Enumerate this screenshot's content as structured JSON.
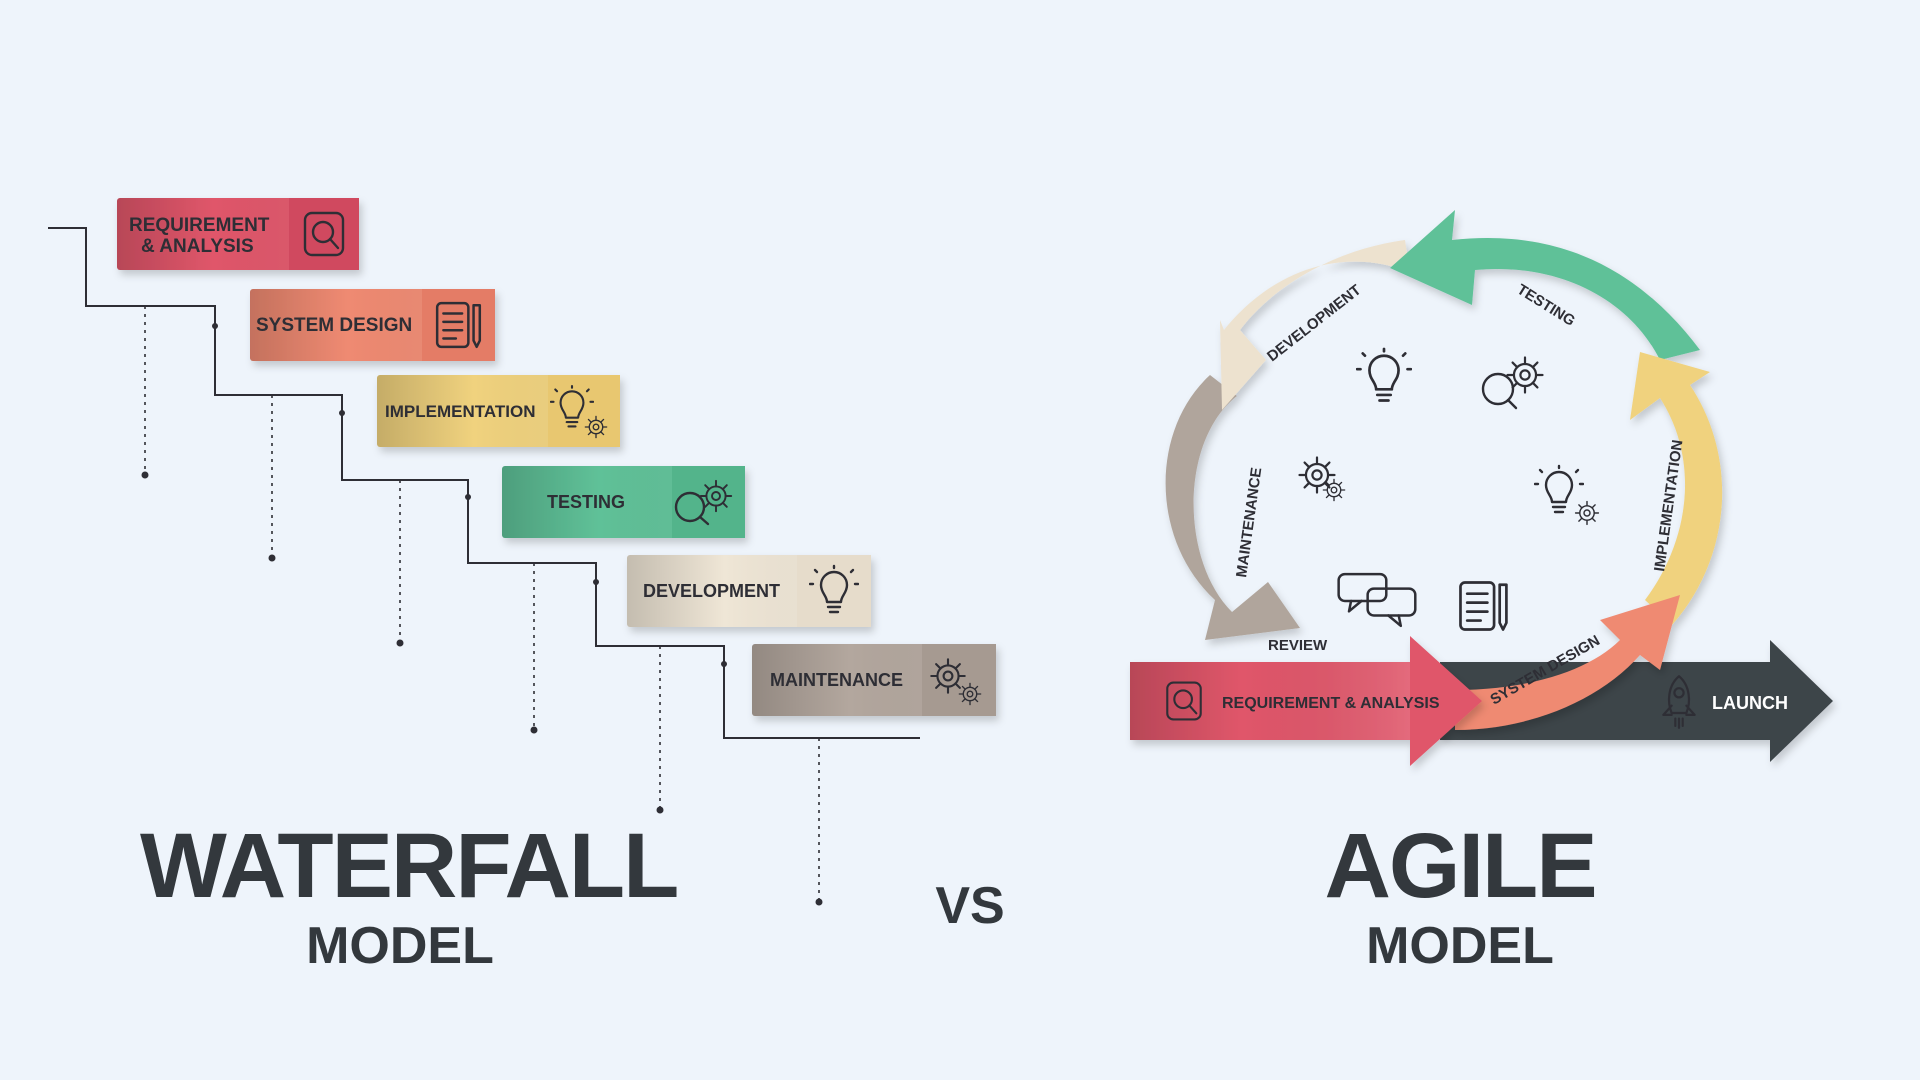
{
  "waterfall": {
    "title": "WATERFALL",
    "subtitle": "MODEL",
    "steps": [
      {
        "line1": "REQUIREMENT",
        "line2": "& ANALYSIS",
        "color": "#e0566a",
        "icon": "search-icon"
      },
      {
        "line1": "SYSTEM DESIGN",
        "line2": "",
        "color": "#ef8a72",
        "icon": "document-pencil-icon"
      },
      {
        "line1": "IMPLEMENTATION",
        "line2": "",
        "color": "#f0d27e",
        "icon": "lightbulb-gear-icon"
      },
      {
        "line1": "TESTING",
        "line2": "",
        "color": "#5fc198",
        "icon": "search-gears-icon"
      },
      {
        "line1": "DEVELOPMENT",
        "line2": "",
        "color": "#efe6d6",
        "icon": "lightbulb-icon"
      },
      {
        "line1": "MAINTENANCE",
        "line2": "",
        "color": "#b3a79e",
        "icon": "gears-icon"
      }
    ]
  },
  "vs_label": "VS",
  "agile": {
    "title": "AGILE",
    "subtitle": "MODEL",
    "phases": {
      "requirement": "REQUIREMENT & ANALYSIS",
      "system_design": "SYSTEM DESIGN",
      "implementation": "IMPLEMENTATION",
      "testing": "TESTING",
      "development": "DEVELOPMENT",
      "maintenance": "MAINTENANCE",
      "review": "REVIEW",
      "launch": "LAUNCH"
    },
    "colors": {
      "requirement": "#e0566a",
      "system_design": "#ef8a72",
      "implementation": "#f0d27e",
      "testing": "#5fc198",
      "development": "#ede2cf",
      "maintenance": "#b0a59c",
      "launch": "#3d4449"
    },
    "icons": [
      "lightbulb-icon",
      "search-gears-icon",
      "gears-icon",
      "lightbulb-gear-icon",
      "chat-bubbles-icon",
      "document-pencil-icon",
      "rocket-icon"
    ]
  }
}
